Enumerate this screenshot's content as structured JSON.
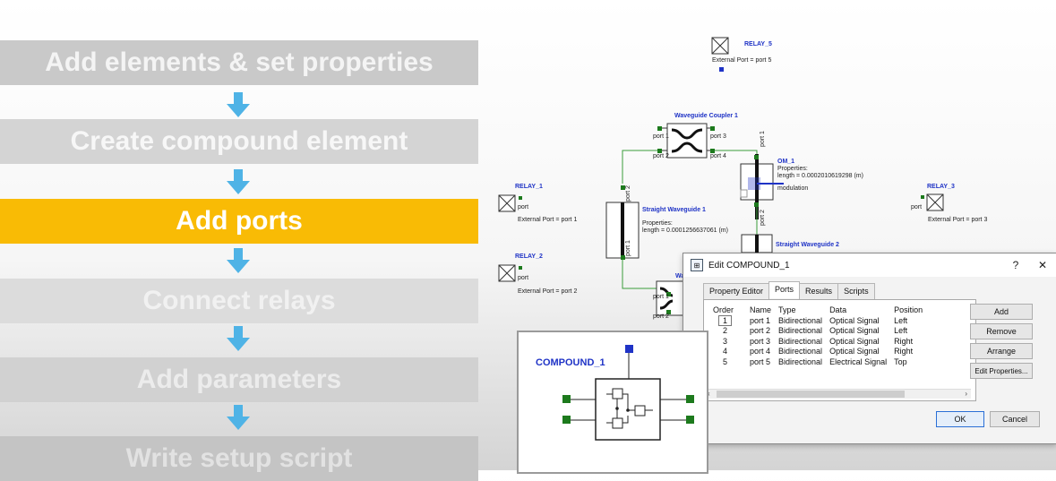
{
  "workflow": {
    "steps": [
      {
        "label": "Add elements & set properties"
      },
      {
        "label": "Create compound element"
      },
      {
        "label": "Add ports"
      },
      {
        "label": "Connect relays"
      },
      {
        "label": "Add parameters"
      },
      {
        "label": "Write setup script"
      }
    ],
    "active_step": "Add ports",
    "colors": {
      "active": "#f9bb05",
      "arrow": "#4fb3e6"
    }
  },
  "schematic": {
    "relay5": {
      "name": "RELAY_5",
      "prop": "External Port = port 5"
    },
    "coupler": {
      "name": "Waveguide Coupler 1",
      "p1": "port 1",
      "p2": "port 2",
      "p3": "port 3",
      "p4": "port 4"
    },
    "om": {
      "name": "OM_1",
      "prop1": "Properties:",
      "prop2": "length = 0.0002010619298 (m)",
      "mod": "modulation",
      "port": "port 1",
      "port2": "port 2"
    },
    "relay1": {
      "name": "RELAY_1",
      "port": "port",
      "prop": "External Port = port 1"
    },
    "relay2": {
      "name": "RELAY_2",
      "port": "port",
      "prop": "External Port = port 2"
    },
    "relay3": {
      "name": "RELAY_3",
      "port": "port",
      "prop": "External Port = port 3"
    },
    "sw1": {
      "name": "Straight Waveguide 1",
      "prop1": "Properties:",
      "prop2": "length = 0.0001256637061 (m)",
      "p1": "port 1",
      "p2": "port 2"
    },
    "sw2": {
      "name": "Straight Waveguide 2"
    },
    "wg_partial": {
      "name": "Wa",
      "p1": "port 1",
      "p2": "port 2"
    }
  },
  "dialog": {
    "title": "Edit COMPOUND_1",
    "help": "?",
    "close": "✕",
    "tabs": [
      "Property Editor",
      "Ports",
      "Results",
      "Scripts"
    ],
    "active_tab": "Ports",
    "columns": [
      "Order",
      "Name",
      "Type",
      "Data",
      "Position"
    ],
    "rows": [
      [
        "1",
        "port 1",
        "Bidirectional",
        "Optical Signal",
        "Left"
      ],
      [
        "2",
        "port 2",
        "Bidirectional",
        "Optical Signal",
        "Left"
      ],
      [
        "3",
        "port 3",
        "Bidirectional",
        "Optical Signal",
        "Right"
      ],
      [
        "4",
        "port 4",
        "Bidirectional",
        "Optical Signal",
        "Right"
      ],
      [
        "5",
        "port 5",
        "Bidirectional",
        "Electrical Signal",
        "Top"
      ]
    ],
    "buttons": {
      "add": "Add",
      "remove": "Remove",
      "arrange": "Arrange",
      "edit_props": "Edit Properties...",
      "ok": "OK",
      "cancel": "Cancel"
    }
  },
  "preview": {
    "title": "COMPOUND_1"
  }
}
